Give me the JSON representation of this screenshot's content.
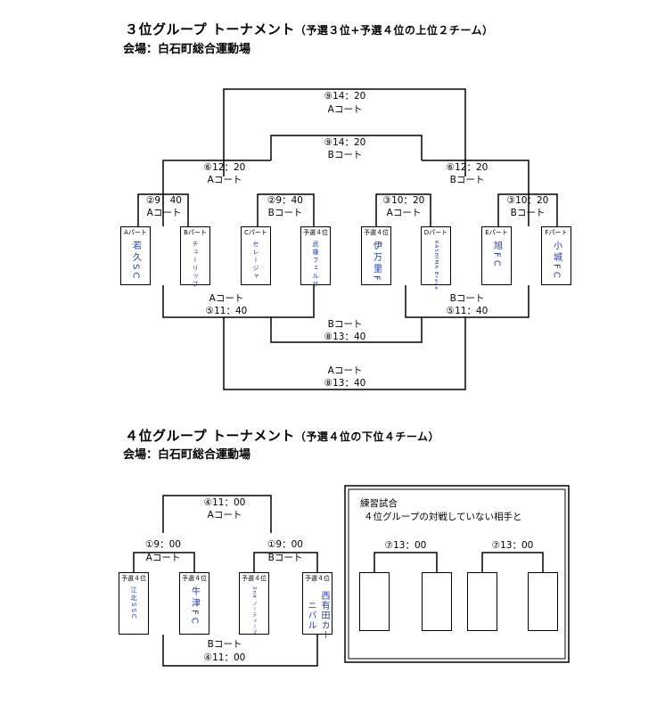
{
  "section1": {
    "title": "３位グループ トーナメント",
    "subtitle": "（予選３位+予選４位の上位２チーム）",
    "venue": "会場：白石町総合運動場",
    "matches": {
      "m9a_time": "⑨14：20",
      "m9a_court": "Aコート",
      "m9b_time": "⑨14：20",
      "m9b_court": "Bコート",
      "m6a_time": "⑥12：20",
      "m6a_court": "Aコート",
      "m6b_time": "⑥12：20",
      "m6b_court": "Bコート",
      "m2a_time": "②9：40",
      "m2a_court": "Aコート",
      "m2b_time": "②9：40",
      "m2b_court": "Bコート",
      "m3a_time": "③10：20",
      "m3a_court": "Aコート",
      "m3b_time": "③10：20",
      "m3b_court": "Bコート",
      "m5a_court": "Aコート",
      "m5a_time": "⑤11：40",
      "m5b_court": "Bコート",
      "m5b_time": "⑤11：40",
      "m8b_court": "Bコート",
      "m8b_time": "⑧13：40",
      "m8a_court": "Aコート",
      "m8a_time": "⑧13：40"
    },
    "teams": [
      {
        "part": "Aパート",
        "name": "若久SC"
      },
      {
        "part": "Bパート",
        "name": "チューリップ"
      },
      {
        "part": "Cパート",
        "name": "セレージャ"
      },
      {
        "part": "予選４位",
        "name": "武雄フェルサ"
      },
      {
        "part": "予選４位",
        "name": "伊万里F"
      },
      {
        "part": "Dパート",
        "name": "KASHIMA Brave"
      },
      {
        "part": "Eパート",
        "name": "旭FC"
      },
      {
        "part": "Fパート",
        "name": "小城FC"
      }
    ]
  },
  "section2": {
    "title": "４位グループ トーナメント",
    "subtitle": "（予選４位の下位４チーム）",
    "venue": "会場：白石町総合運動場",
    "matches": {
      "m4_time": "④11：00",
      "m4_court": "Aコート",
      "m1a_time": "①9：00",
      "m1a_court": "Aコート",
      "m1b_time": "①9：00",
      "m1b_court": "Bコート",
      "m4b_court": "Bコート",
      "m4b_time": "④11：00"
    },
    "teams": [
      {
        "part": "予選４位",
        "name": "江北SSC"
      },
      {
        "part": "予選４位",
        "name": "牛津FC"
      },
      {
        "part": "予選４位",
        "name": "2nd ノーティーズ"
      },
      {
        "part": "予選４位",
        "name": "西有田カーニバル"
      }
    ],
    "practice": {
      "title": "練習試合",
      "desc": "４位グループの対戦していない相手と",
      "left_time": "⑦13：00",
      "right_time": "⑦13：00"
    }
  }
}
